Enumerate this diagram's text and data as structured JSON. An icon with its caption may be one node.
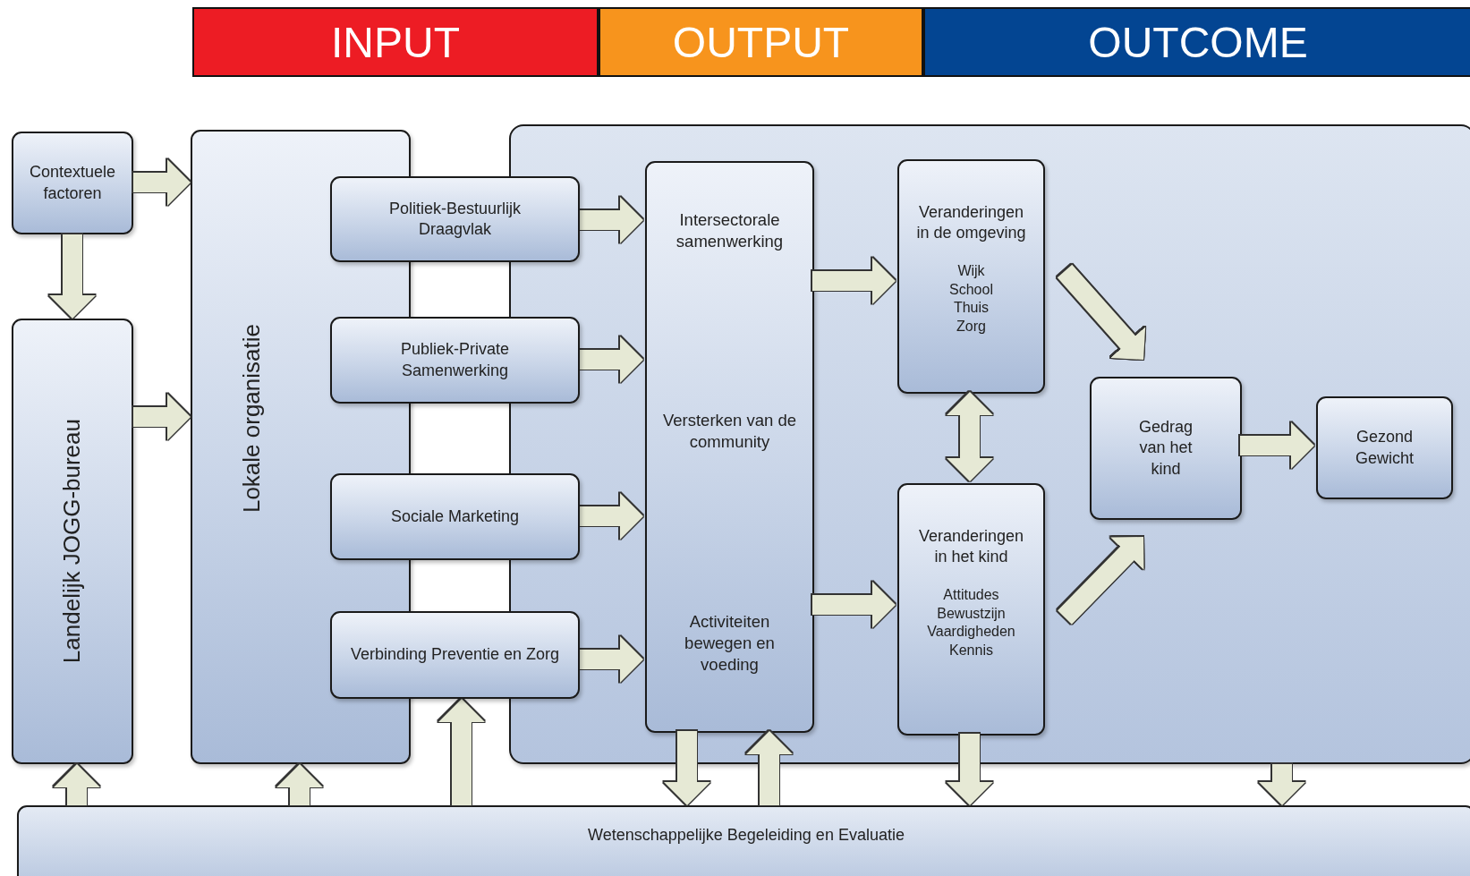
{
  "diagram": {
    "nodes": [
      {
        "text": [
          "INPUT"
        ]
      },
      {
        "text": [
          "OUTPUT"
        ]
      },
      {
        "text": [
          "OUTCOME"
        ]
      },
      {
        "text": [
          "Contextuele factoren"
        ]
      },
      {
        "text": [
          "Landelijk JOGG-bureau"
        ]
      },
      {
        "text": [
          "Lokale organisatie"
        ]
      },
      {
        "text": [],
        "shape": "box"
      },
      {
        "text": [
          "Politiek-Bestuurlijk Draagvlak"
        ]
      },
      {
        "text": [
          "Publiek-Private Samenwerking"
        ]
      },
      {
        "text": [
          "Sociale Marketing"
        ]
      },
      {
        "text": [
          "Verbinding Preventie en Zorg"
        ]
      },
      {
        "text": [
          "Intersectorale samenwerking",
          "Versterken van de community",
          "Activiteiten bewegen en voeding"
        ],
        "in": 6
      },
      {
        "text": [
          "Veranderingen in de omgeving",
          "Wijk",
          "School",
          "Thuis",
          "Zorg"
        ],
        "in": 6
      },
      {
        "text": [
          "Veranderingen in het kind",
          "Attitudes",
          "Bewustzijn",
          "Vaardigheden",
          "Kennis"
        ],
        "in": 6
      },
      {
        "text": [
          "Gedrag van het kind"
        ],
        "in": 6
      },
      {
        "text": [
          "Gezond Gewicht"
        ],
        "in": 6
      },
      {
        "text": [
          "Wetenschappelijke Begeleiding en Evaluatie"
        ]
      }
    ],
    "edges": [
      {
        "from": 3,
        "to": 5,
        "arrow": "to"
      },
      {
        "from": 3,
        "to": 4,
        "arrow": "to"
      },
      {
        "from": 4,
        "to": 5,
        "arrow": "to"
      },
      {
        "from": 7,
        "to": 11,
        "arrow": "to"
      },
      {
        "from": 8,
        "to": 11,
        "arrow": "to"
      },
      {
        "from": 9,
        "to": 11,
        "arrow": "to"
      },
      {
        "from": 10,
        "to": 11,
        "arrow": "to"
      },
      {
        "from": 11,
        "to": 12,
        "arrow": "to"
      },
      {
        "from": 11,
        "to": 13,
        "arrow": "to"
      },
      {
        "from": 12,
        "to": 13,
        "arrow": "both"
      },
      {
        "from": 12,
        "to": 14,
        "arrow": "to"
      },
      {
        "from": 13,
        "to": 14,
        "arrow": "to"
      },
      {
        "from": 14,
        "to": 15,
        "arrow": "to"
      },
      {
        "from": 16,
        "to": 4,
        "arrow": "to"
      },
      {
        "from": 16,
        "to": 5,
        "arrow": "to"
      },
      {
        "from": 16,
        "to": 10,
        "arrow": "to"
      },
      {
        "from": 11,
        "to": 16,
        "arrow": "to"
      },
      {
        "from": 16,
        "to": 11,
        "arrow": "to"
      },
      {
        "from": 13,
        "to": 16,
        "arrow": "to"
      },
      {
        "from": 6,
        "to": 16,
        "arrow": "to"
      }
    ]
  }
}
